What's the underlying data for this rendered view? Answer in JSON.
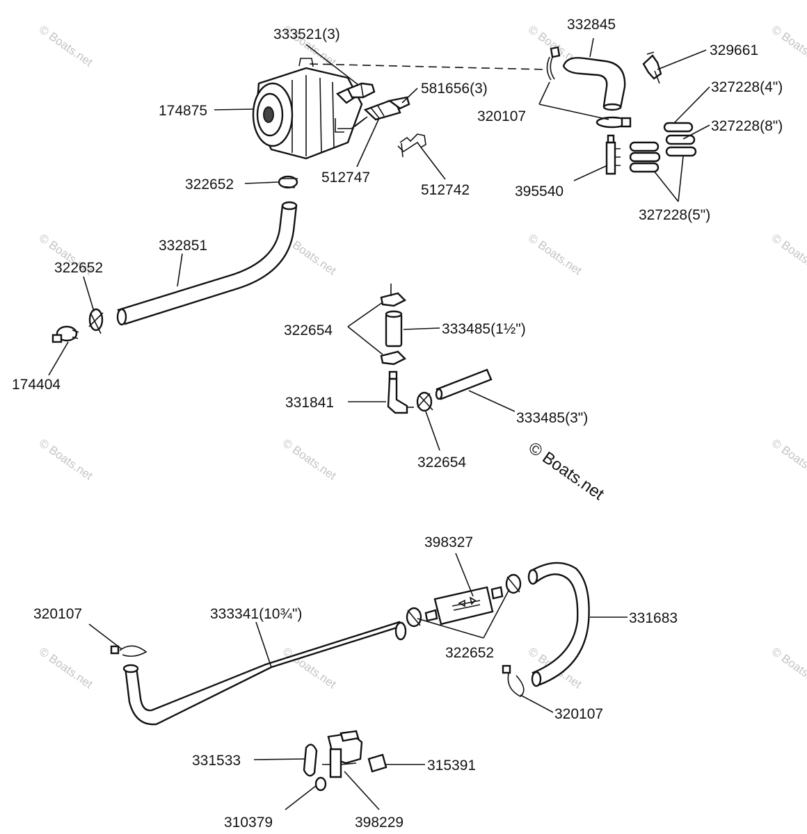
{
  "watermark": "© Boats.net",
  "copyright": "© Boats.net",
  "callouts": {
    "p333521": "333521(3)",
    "p332845": "332845",
    "p329661": "329661",
    "p581656": "581656(3)",
    "p174875": "174875",
    "p327228_4": "327228(4\")",
    "p320107_top": "320107",
    "p327228_8": "327228(8\")",
    "p512747": "512747",
    "p322652_top": "322652",
    "p512742": "512742",
    "p395540": "395540",
    "p327228_5": "327228(5\")",
    "p332851": "332851",
    "p322652_left": "322652",
    "p174404": "174404",
    "p322654_a": "322654",
    "p333485_15": "333485(1½\")",
    "p331841": "331841",
    "p333485_3": "333485(3\")",
    "p322654_b": "322654",
    "p398327": "398327",
    "p320107_left": "320107",
    "p333341": "333341(10¾\")",
    "p331683": "331683",
    "p322652_mid": "322652",
    "p320107_right": "320107",
    "p331533": "331533",
    "p315391": "315391",
    "p310379": "310379",
    "p398229": "398229"
  }
}
